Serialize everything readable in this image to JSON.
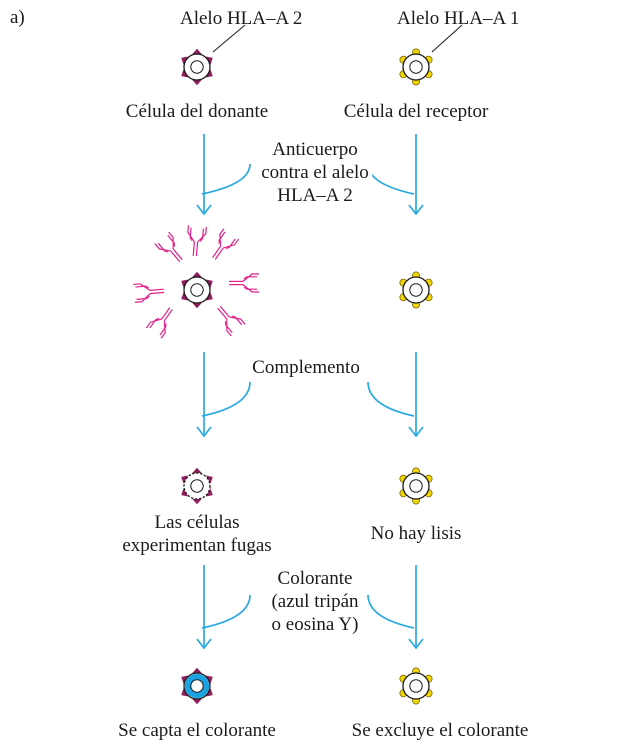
{
  "panel_label": "a)",
  "donor": {
    "allele_label": "Alelo HLA–A 2",
    "cell_label": "Célula del donante",
    "leaky_label": "Las células\nexperimentan fugas",
    "final_label": "Se capta el colorante"
  },
  "recipient": {
    "allele_label": "Alelo HLA–A 1",
    "cell_label": "Célula del receptor",
    "no_lysis_label": "No hay lisis",
    "final_label": "Se excluye el colorante"
  },
  "steps": {
    "antibody": "Anticuerpo\ncontra el alelo\nHLA–A 2",
    "complement": "Complemento",
    "dye": "Colorante\n(azul tripán\no eosina Y)"
  },
  "colors": {
    "arrow": "#29a9e0",
    "donor_antigen": "#8e1f5c",
    "recipient_antigen": "#f2d500",
    "antibody": "#e0218a",
    "dye": "#1aa3e0",
    "cell_outline": "#1a1a1a"
  },
  "icons": {
    "cell": "cell-icon",
    "antibody": "antibody-icon",
    "arrow": "curved-arrow-icon"
  }
}
